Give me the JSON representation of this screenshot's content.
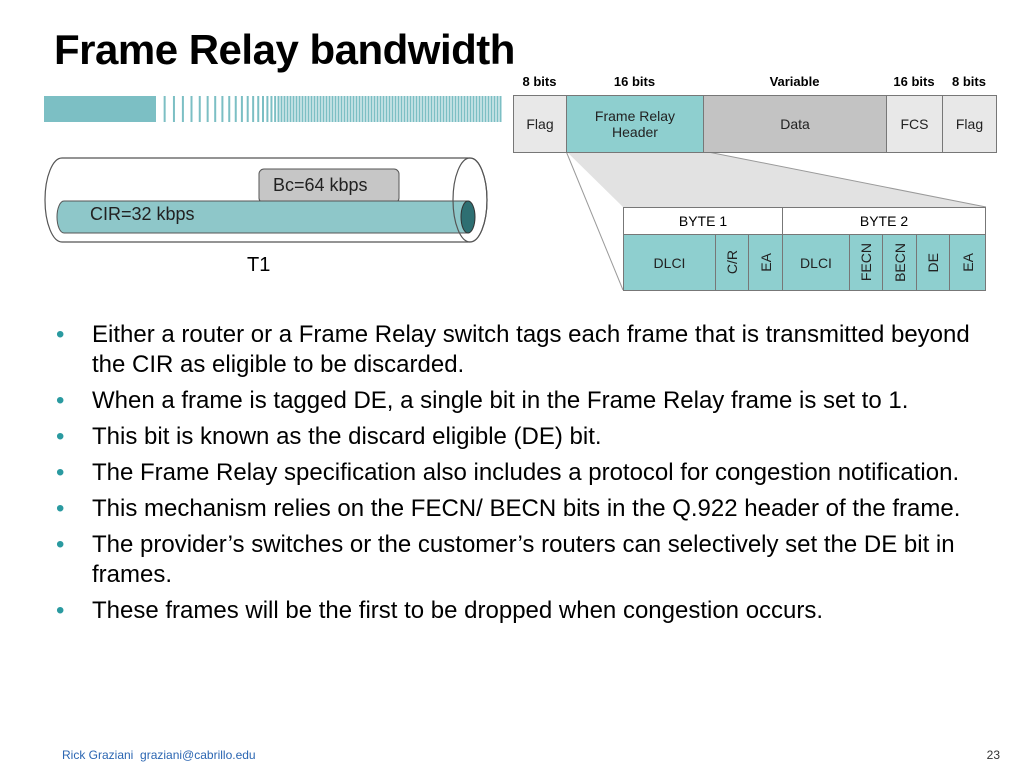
{
  "slide": {
    "title": "Frame Relay bandwidth",
    "page_number": "23"
  },
  "frame_format": {
    "bit_labels": [
      "8 bits",
      "16 bits",
      "Variable",
      "16 bits",
      "8 bits"
    ],
    "fields": [
      "Flag",
      "Frame Relay Header",
      "Data",
      "FCS",
      "Flag"
    ],
    "colors": {
      "teal": "#8ecfcf",
      "light": "#e8e8e8",
      "gray": "#c3c3c3"
    }
  },
  "header_detail": {
    "bytes": [
      "BYTE 1",
      "BYTE 2"
    ],
    "fields": [
      "DLCI",
      "C/R",
      "EA",
      "DLCI",
      "FECN",
      "BECN",
      "DE",
      "EA"
    ]
  },
  "pipe": {
    "bc_label": "Bc=64 kbps",
    "cir_label": "CIR=32 kbps",
    "link_label": "T1"
  },
  "bullets": [
    "Either a router or a Frame Relay switch tags each frame that is transmitted beyond the CIR as eligible to be discarded.",
    "When a frame is tagged DE, a single bit in the Frame Relay frame is set to 1.",
    "This bit is known as the discard eligible (DE) bit.",
    "The Frame Relay specification also includes a protocol for congestion notification.",
    "This mechanism relies on the FECN/ BECN bits in the Q.922 header of the frame.",
    "The provider’s switches or the customer’s routers can selectively set the DE bit in frames.",
    "These frames will be the first to be dropped when congestion occurs."
  ],
  "footer": {
    "author": "Rick Graziani",
    "email": "graziani@cabrillo.edu"
  },
  "accent_color": "#2a9aa0"
}
